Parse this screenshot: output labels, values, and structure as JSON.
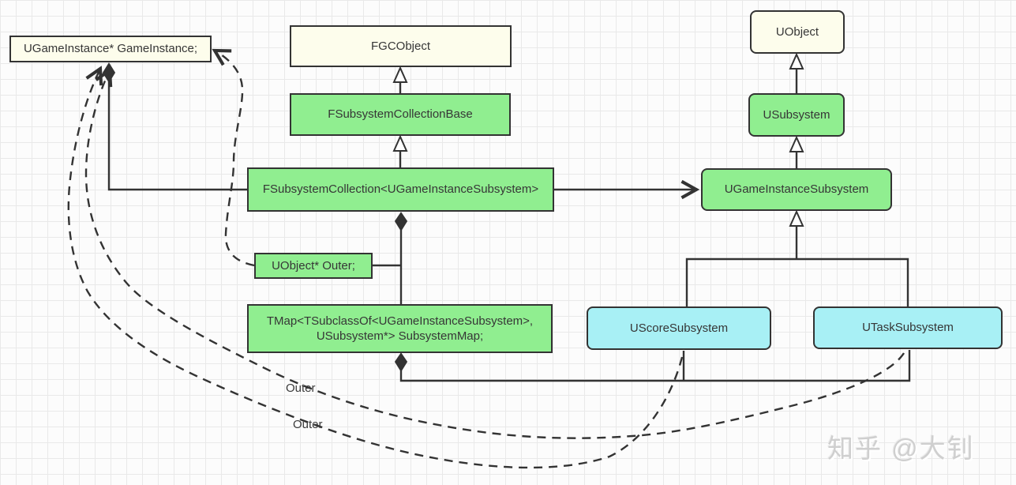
{
  "nodes": {
    "game_instance_var": {
      "label": "UGameInstance* GameInstance;"
    },
    "fgcobject": {
      "label": "FGCObject"
    },
    "fsubsystem_collection_base": {
      "label": "FSubsystemCollectionBase"
    },
    "fsubsystem_collection": {
      "label": "FSubsystemCollection<UGameInstanceSubsystem>"
    },
    "uobject_outer": {
      "label": "UObject* Outer;"
    },
    "tmap": {
      "line1": "TMap<TSubclassOf<UGameInstanceSubsystem>,",
      "line2": "USubsystem*> SubsystemMap;"
    },
    "uobject": {
      "label": "UObject"
    },
    "usubsystem": {
      "label": "USubsystem"
    },
    "ugameinstance_subsystem": {
      "label": "UGameInstanceSubsystem"
    },
    "uscore_subsystem": {
      "label": "UScoreSubsystem"
    },
    "utask_subsystem": {
      "label": "UTaskSubsystem"
    }
  },
  "edge_labels": {
    "outer_1": "Outer",
    "outer_2": "Outer"
  },
  "watermark": "知乎 @大钊",
  "colors": {
    "cream": "#fdfdec",
    "green": "#90ee90",
    "cyan": "#a8f0f5",
    "line": "#333333"
  }
}
